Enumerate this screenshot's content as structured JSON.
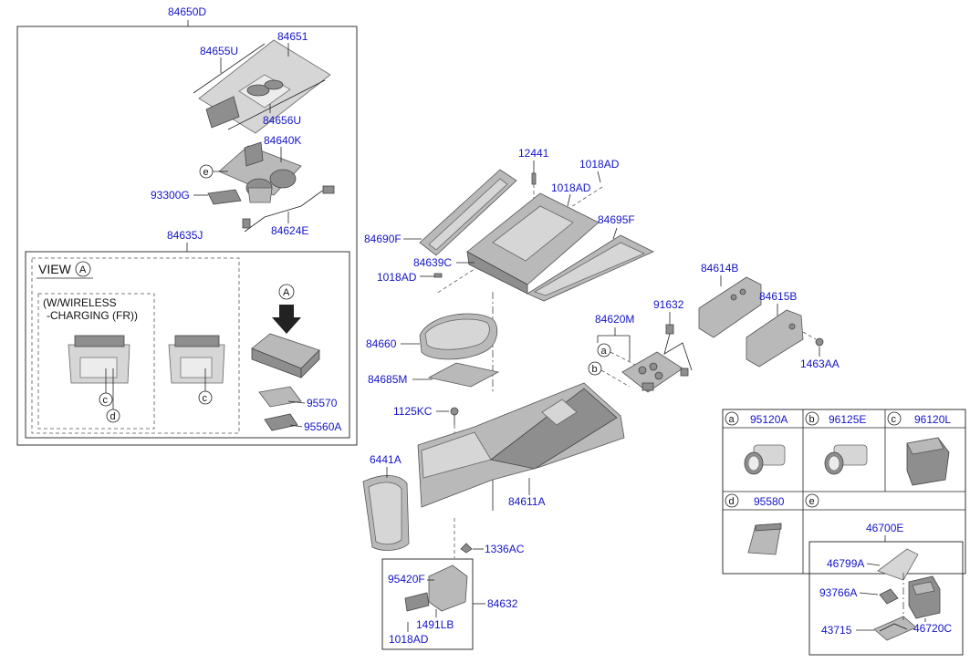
{
  "labels": {
    "p84650D": "84650D",
    "p84651": "84651",
    "p84655U": "84655U",
    "p84656U": "84656U",
    "p84640K": "84640K",
    "p93300G": "93300G",
    "p84624E": "84624E",
    "p84635J": "84635J",
    "view_title": "VIEW",
    "view_letter": "A",
    "view_note_line1": "(W/WIRELESS",
    "view_note_line2": "-CHARGING (FR))",
    "arrow_letter": "A",
    "p95570": "95570",
    "p95560A": "95560A",
    "p12441": "12441",
    "p1018AD_a": "1018AD",
    "p1018AD_b": "1018AD",
    "p84690F": "84690F",
    "p84695F": "84695F",
    "p84639C": "84639C",
    "p1018AD_c": "1018AD",
    "p84660": "84660",
    "p84685M": "84685M",
    "p1125KC": "1125KC",
    "p84620M": "84620M",
    "p91632": "91632",
    "p84614B": "84614B",
    "p84615B": "84615B",
    "p1463AA": "1463AA",
    "p6441A": "6441A",
    "p84611A": "84611A",
    "p1336AC": "1336AC",
    "p95420F": "95420F",
    "p84632": "84632",
    "p1491LB": "1491LB",
    "p1018AD_d": "1018AD"
  },
  "circle_letters": {
    "a": "a",
    "b": "b",
    "c": "c",
    "d": "d",
    "e": "e"
  },
  "legend": {
    "a_num": "95120A",
    "b_num": "96125E",
    "c_num": "96120L",
    "d_num": "95580",
    "e_group": "46700E",
    "e_46799A": "46799A",
    "e_93766A": "93766A",
    "e_43715": "43715",
    "e_46720C": "46720C"
  },
  "colors": {
    "part_number_text": "#1414c8",
    "line": "#222222",
    "part_fill": "#b9b9b9"
  }
}
